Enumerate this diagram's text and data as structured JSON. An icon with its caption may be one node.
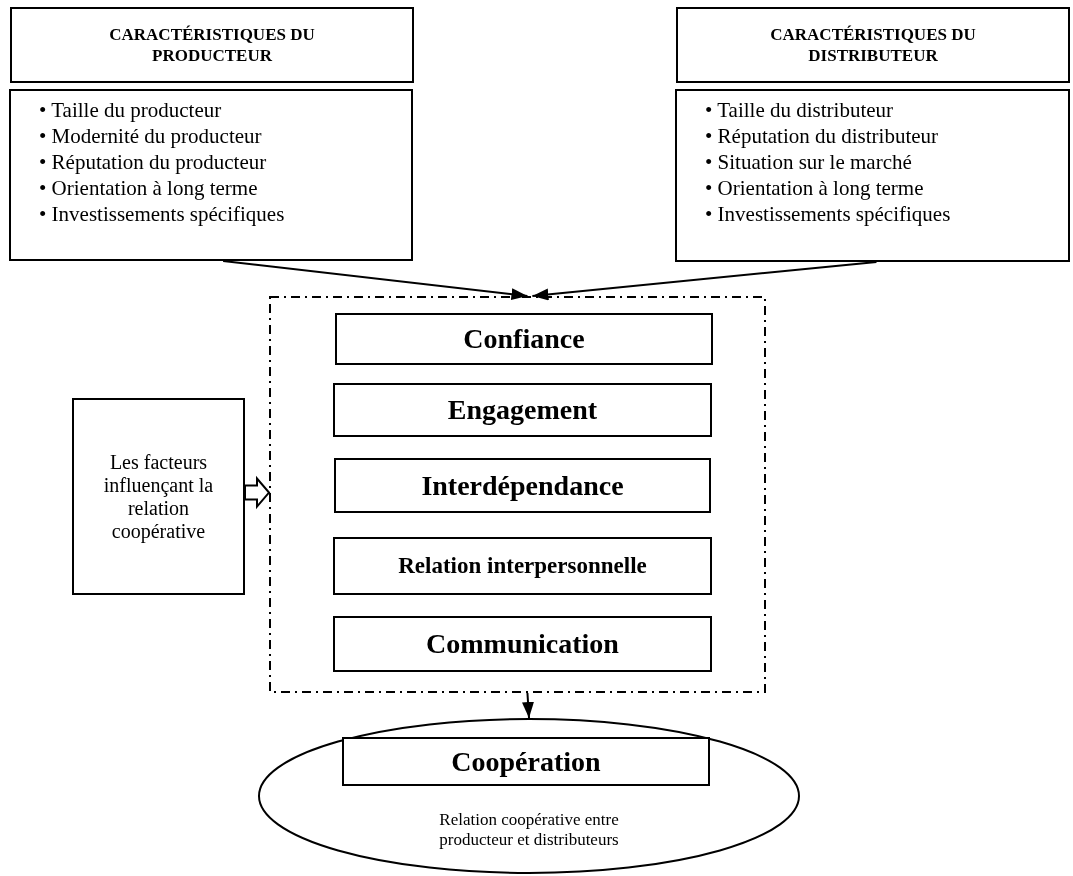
{
  "diagram": {
    "nodes": [
      {
        "text": [
          "CARACTÉRISTIQUES DU PRODUCTEUR"
        ]
      },
      {
        "text": [
          "• Taille du producteur",
          "• Modernité du producteur",
          "• Réputation du producteur",
          "• Orientation à long terme",
          "• Investissements spécifiques"
        ]
      },
      {
        "text": [
          "CARACTÉRISTIQUES DU DISTRIBUTEUR"
        ]
      },
      {
        "text": [
          "• Taille du distributeur",
          "• Réputation du distributeur",
          "• Situation sur le marché",
          "• Orientation à long terme",
          "• Investissements spécifiques"
        ]
      },
      {
        "text": [],
        "shape": "box"
      },
      {
        "text": [
          "Confiance"
        ],
        "in": 4
      },
      {
        "text": [
          "Engagement"
        ],
        "in": 4
      },
      {
        "text": [
          "Interdépendance"
        ],
        "in": 4
      },
      {
        "text": [
          "Relation interpersonnelle"
        ],
        "in": 4
      },
      {
        "text": [
          "Communication"
        ],
        "in": 4
      },
      {
        "text": [
          "Les facteurs influençant la relation coopérative"
        ]
      },
      {
        "text": [
          "Relation coopérative entre producteur et distributeurs"
        ]
      },
      {
        "text": [
          "Coopération"
        ],
        "in": 11
      }
    ],
    "edges": [
      {
        "from": 1,
        "to": 4,
        "arrow": "to"
      },
      {
        "from": 3,
        "to": 4,
        "arrow": "to"
      },
      {
        "from": 10,
        "to": 4,
        "arrow": "to",
        "style": "thick"
      },
      {
        "from": 4,
        "to": 11,
        "arrow": "to"
      }
    ]
  }
}
